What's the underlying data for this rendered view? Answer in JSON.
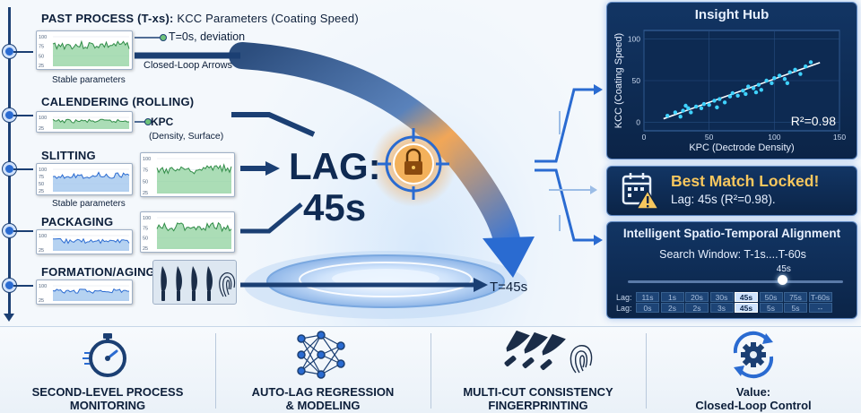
{
  "stages": [
    {
      "title_bold": "PAST PROCESS (T-xs):",
      "title_rest": " KCC Parameters (Coating Speed)",
      "caption": "Stable parameters"
    },
    {
      "title_bold": "CALENDERING (ROLLING)",
      "title_rest": "",
      "caption": ""
    },
    {
      "title_bold": "SLITTING",
      "title_rest": "",
      "caption": "Stable parameters"
    },
    {
      "title_bold": "PACKAGING",
      "title_rest": "",
      "caption": ""
    },
    {
      "title_bold": "FORMATION/AGING",
      "title_rest": "",
      "caption": ""
    }
  ],
  "mini_chart_ticks": [
    "100",
    "75",
    "50",
    "25"
  ],
  "deviation_label": "T=0s, deviation",
  "closed_loop_label": "Closed-Loop Arrows",
  "kpc": {
    "label": "KPC",
    "sub": "(Density, Surface)"
  },
  "lag": {
    "title": "LAG:",
    "value": "45s"
  },
  "t45_label": "T=45s",
  "insight": {
    "title": "Insight Hub",
    "r2_label": "R²=0.98",
    "accent": "#3fd2ff"
  },
  "chart_data": {
    "type": "scatter",
    "xlabel": "KPC (Dectrode Density)",
    "ylabel": "KCC (Coating Speed)",
    "xlim": [
      0,
      150
    ],
    "ylim": [
      -10,
      110
    ],
    "x_ticks": [
      "0",
      "50",
      "100",
      "150"
    ],
    "y_ticks": [
      "100",
      "50",
      "0"
    ],
    "points": [
      [
        18,
        8
      ],
      [
        24,
        12
      ],
      [
        28,
        7
      ],
      [
        30,
        14
      ],
      [
        34,
        17
      ],
      [
        36,
        12
      ],
      [
        40,
        19
      ],
      [
        44,
        17
      ],
      [
        46,
        22
      ],
      [
        50,
        21
      ],
      [
        54,
        26
      ],
      [
        58,
        28
      ],
      [
        62,
        24
      ],
      [
        66,
        31
      ],
      [
        68,
        35
      ],
      [
        72,
        32
      ],
      [
        76,
        38
      ],
      [
        78,
        34
      ],
      [
        80,
        43
      ],
      [
        84,
        41
      ],
      [
        88,
        45
      ],
      [
        90,
        39
      ],
      [
        94,
        50
      ],
      [
        98,
        47
      ],
      [
        100,
        53
      ],
      [
        104,
        56
      ],
      [
        108,
        52
      ],
      [
        112,
        60
      ],
      [
        116,
        63
      ],
      [
        120,
        58
      ],
      [
        124,
        67
      ],
      [
        128,
        72
      ],
      [
        32,
        20
      ],
      [
        56,
        18
      ],
      [
        86,
        36
      ],
      [
        110,
        47
      ]
    ],
    "fit": {
      "slope": 0.56,
      "intercept": -4
    },
    "grid": true,
    "legend": "none"
  },
  "locked": {
    "title": "Best Match Locked!",
    "sub": "Lag: 45s (R²=0.98)."
  },
  "alignment": {
    "title": "Intelligent Spatio-Temporal Alignment",
    "window": "Search Window: T-1s....T-60s",
    "slider_value": "45s",
    "slider_fraction": 0.72,
    "row_label": "Lag:",
    "row1": [
      "11s",
      "1s",
      "20s",
      "30s",
      "45s",
      "50s",
      "75s",
      "T-60s"
    ],
    "row2": [
      "0s",
      "2s",
      "2s",
      "3s",
      "45s",
      "5s",
      "5s",
      "--"
    ],
    "selected_index": 4
  },
  "bottom": [
    {
      "label": "SECOND-LEVEL PROCESS\nMONITORING",
      "icon": "stopwatch-icon"
    },
    {
      "label": "AUTO-LAG REGRESSION\n& MODELING",
      "icon": "neural-network-icon"
    },
    {
      "label": "MULTI-CUT CONSISTENCY\nFINGERPRINTING",
      "icon": "knives-fingerprint-icon"
    },
    {
      "label": "Value:\nClosed-Loop Control",
      "icon": "gear-cycle-icon"
    }
  ],
  "colors": {
    "navy": "#0f2a52",
    "blue": "#2a6bd1",
    "orange": "#f08a24",
    "gold": "#f7c75e",
    "panel": "#0b2447"
  }
}
